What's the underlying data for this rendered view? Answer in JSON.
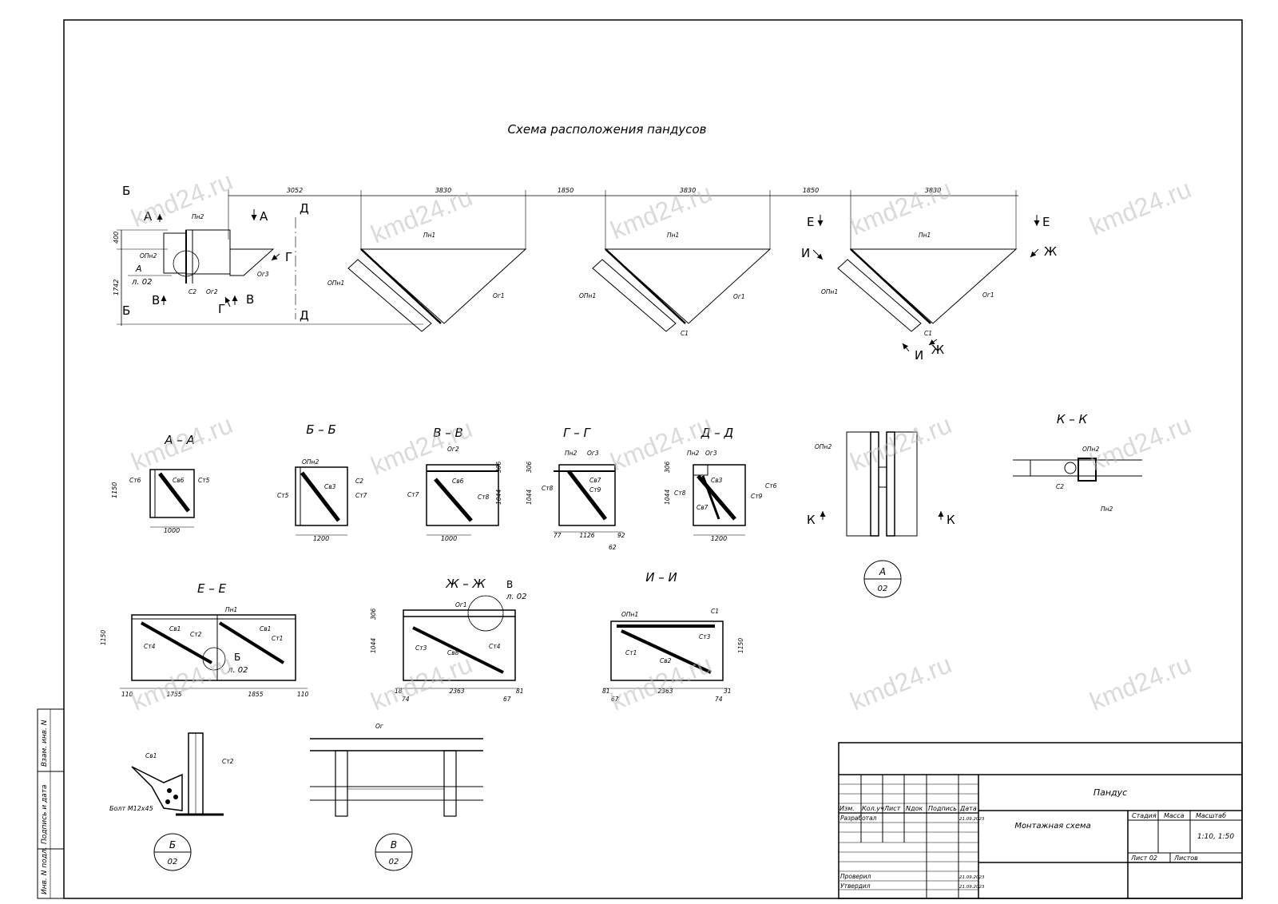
{
  "title": "Схема расположения пандусов",
  "watermark": "kmd24.ru",
  "plan": {
    "dims": [
      "3052",
      "3830",
      "1850",
      "3830",
      "1850",
      "3830"
    ],
    "vdims": [
      "400",
      "1742"
    ],
    "section_letters": [
      "Б",
      "А",
      "А",
      "Д",
      "Г",
      "В",
      "Б",
      "Д",
      "Е",
      "Е",
      "И",
      "Ж",
      "И",
      "Ж",
      "Г",
      "В"
    ],
    "callout": {
      "letter": "А",
      "sheet": "л. 02"
    },
    "labels": [
      "Пн2",
      "ОПн2",
      "С2",
      "Ог2",
      "Ог3",
      "Пн1",
      "ОПн1",
      "Ог1",
      "Пн1",
      "ОПн1",
      "Ог1",
      "С1",
      "Пн1",
      "ОПн1",
      "Ог1",
      "С1"
    ]
  },
  "sections": {
    "aa": {
      "title": "А – А",
      "labels": [
        "Ст6",
        "Св6",
        "Ст5"
      ],
      "dims": [
        "1150",
        "1000"
      ]
    },
    "bb": {
      "title": "Б – Б",
      "labels": [
        "ОПн2",
        "С2",
        "Св3",
        "Ст5",
        "Ст7"
      ],
      "dims": [
        "1200"
      ]
    },
    "vv": {
      "title": "В – В",
      "labels": [
        "Ог2",
        "Св6",
        "Ст7",
        "Ст8"
      ],
      "dims": [
        "306",
        "1044",
        "1000"
      ]
    },
    "gg": {
      "title": "Г – Г",
      "labels": [
        "Пн2",
        "Ог3",
        "Св7",
        "Ст9",
        "Ст8"
      ],
      "dims": [
        "306",
        "1044",
        "77",
        "1126",
        "92",
        "62"
      ]
    },
    "dd": {
      "title": "Д – Д",
      "labels": [
        "Пн2",
        "Ог3",
        "Св3",
        "Ст8",
        "Св7",
        "Ст9",
        "Ст6"
      ],
      "dims": [
        "306",
        "1044",
        "1200"
      ]
    },
    "kk": {
      "title": "К – К",
      "labels": [
        "ОПн2",
        "С2",
        "Пн2"
      ]
    },
    "ee": {
      "title": "Е – Е",
      "labels": [
        "Пн1",
        "Св1",
        "Ст2",
        "Св1",
        "Ст1",
        "Ст4"
      ],
      "dims": [
        "1150",
        "110",
        "1755",
        "1855",
        "110"
      ],
      "callout": {
        "letter": "Б",
        "sheet": "л. 02"
      }
    },
    "zz": {
      "title": "Ж – Ж",
      "labels": [
        "Ог1",
        "Ст3",
        "Св8",
        "Ст4"
      ],
      "dims": [
        "306",
        "1044",
        "18",
        "74",
        "2363",
        "67",
        "81"
      ],
      "callout": {
        "letter": "В",
        "sheet": "л. 02"
      }
    },
    "ii": {
      "title": "И – И",
      "labels": [
        "ОПн1",
        "С1",
        "Ст3",
        "Ст1",
        "Св2"
      ],
      "dims": [
        "1150",
        "81",
        "67",
        "2363",
        "31",
        "74"
      ]
    }
  },
  "details": {
    "a": {
      "letter": "А",
      "sheet": "02",
      "labels": [
        "ОПн2"
      ],
      "cut_letters": [
        "К",
        "К"
      ]
    },
    "b": {
      "letter": "Б",
      "sheet": "02",
      "labels": [
        "Св1",
        "Ст2"
      ],
      "bolt": "Болт М12х45"
    },
    "v": {
      "letter": "В",
      "sheet": "02",
      "labels": [
        "Ог"
      ]
    }
  },
  "side_stamp": [
    "Взам. инв. N",
    "Подпись и дата",
    "Инв. N подл."
  ],
  "title_block": {
    "name": "Пандус",
    "subtitle": "Монтажная схема",
    "columns": [
      "Изм.",
      "Кол.уч",
      "Лист",
      "Nдок",
      "Подпись",
      "Дата"
    ],
    "rows": [
      {
        "role": "Разработал",
        "date": "21.09.2023"
      },
      {
        "role": "Проверил",
        "date": "21.09.2023"
      },
      {
        "role": "Утвердил",
        "date": "21.09.2023"
      }
    ],
    "stage_label": "Стадия",
    "mass_label": "Масса",
    "scale_label": "Масштаб",
    "scale": "1:10, 1:50",
    "sheet": "Лист 02",
    "sheets": "Листов"
  }
}
